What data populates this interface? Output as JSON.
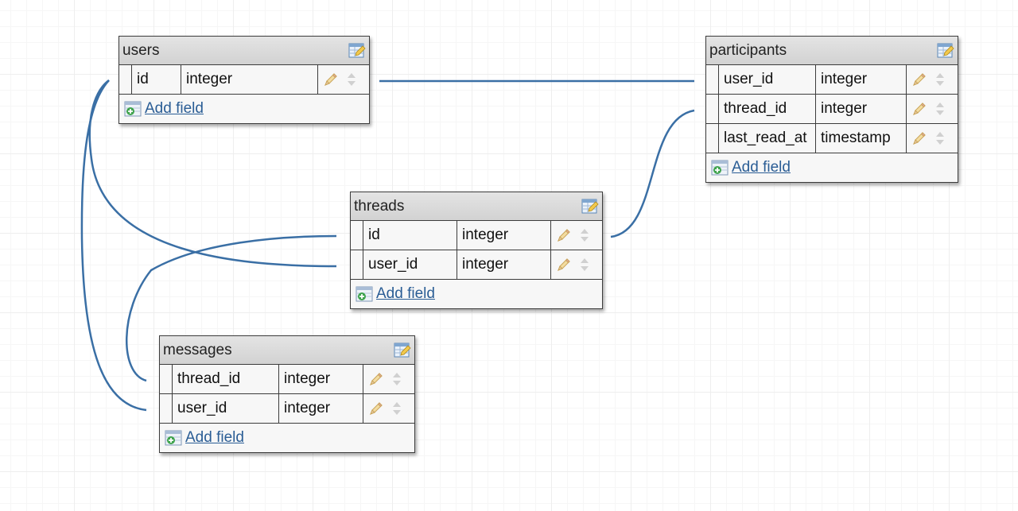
{
  "diagram": {
    "colors": {
      "link": "#3a6fa5",
      "border": "#3c3c3c",
      "header": "#dadada",
      "link_text": "#2a5d95"
    },
    "add_field_label": "Add field",
    "tables": [
      {
        "id": "users",
        "name": "users",
        "fields": [
          {
            "name": "id",
            "type": "integer"
          }
        ]
      },
      {
        "id": "participants",
        "name": "participants",
        "fields": [
          {
            "name": "user_id",
            "type": "integer"
          },
          {
            "name": "thread_id",
            "type": "integer"
          },
          {
            "name": "last_read_at",
            "type": "timestamp"
          }
        ]
      },
      {
        "id": "threads",
        "name": "threads",
        "fields": [
          {
            "name": "id",
            "type": "integer"
          },
          {
            "name": "user_id",
            "type": "integer"
          }
        ]
      },
      {
        "id": "messages",
        "name": "messages",
        "fields": [
          {
            "name": "thread_id",
            "type": "integer"
          },
          {
            "name": "user_id",
            "type": "integer"
          }
        ]
      }
    ],
    "relations": [
      {
        "from": "participants.user_id",
        "to": "users.id"
      },
      {
        "from": "participants.thread_id",
        "to": "threads.id"
      },
      {
        "from": "threads.user_id",
        "to": "users.id"
      },
      {
        "from": "messages.thread_id",
        "to": "threads.id"
      },
      {
        "from": "messages.user_id",
        "to": "users.id"
      }
    ]
  }
}
